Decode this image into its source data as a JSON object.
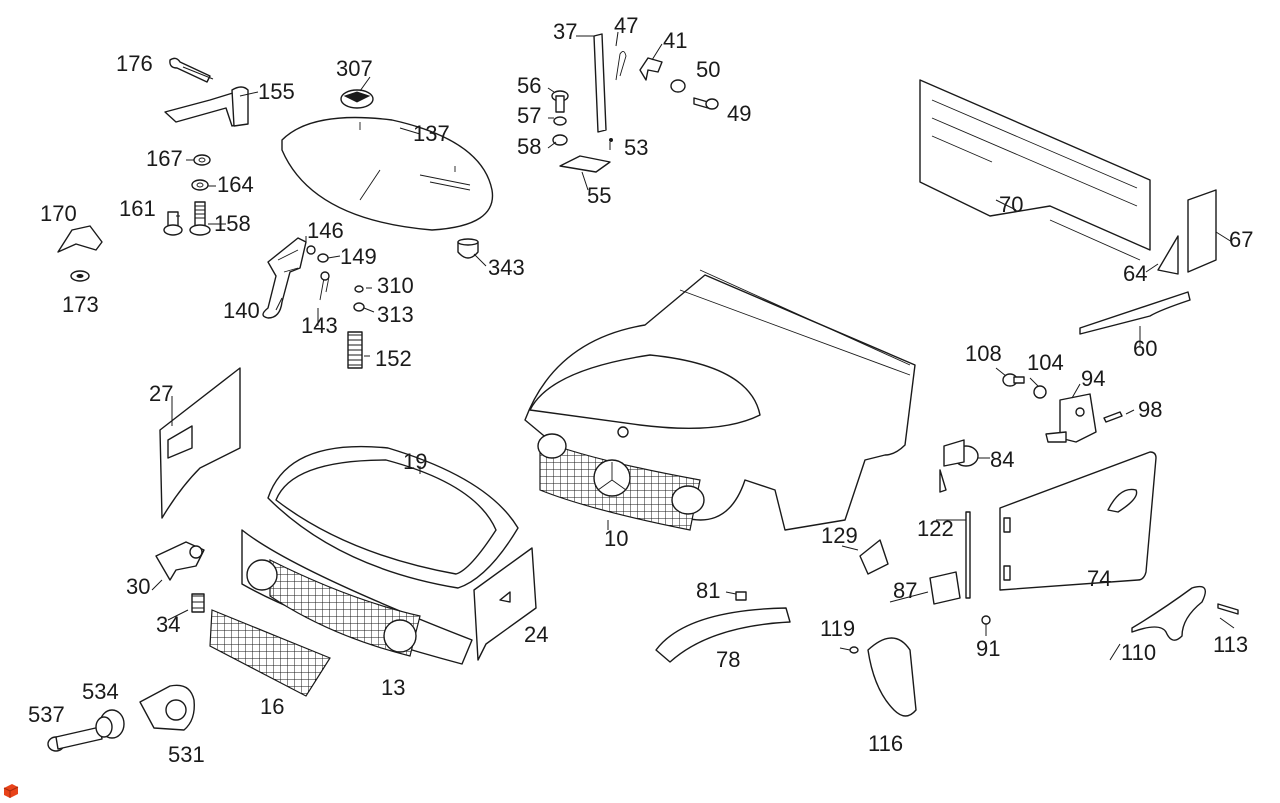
{
  "diagram": {
    "labels": {
      "l176": "176",
      "l155": "155",
      "l307": "307",
      "l137": "137",
      "l37": "37",
      "l47": "47",
      "l41": "41",
      "l50": "50",
      "l56": "56",
      "l49": "49",
      "l57": "57",
      "l58": "58",
      "l53": "53",
      "l55": "55",
      "l167": "167",
      "l164": "164",
      "l161": "161",
      "l158": "158",
      "l170": "170",
      "l173": "173",
      "l146": "146",
      "l149": "149",
      "l343": "343",
      "l310": "310",
      "l313": "313",
      "l140": "140",
      "l143": "143",
      "l152": "152",
      "l70": "70",
      "l67": "67",
      "l64": "64",
      "l60": "60",
      "l108": "108",
      "l104": "104",
      "l94": "94",
      "l98": "98",
      "l84": "84",
      "l27": "27",
      "l19": "19",
      "l10": "10",
      "l129": "129",
      "l122": "122",
      "l30": "30",
      "l34": "34",
      "l81": "81",
      "l87": "87",
      "l74": "74",
      "l24": "24",
      "l78": "78",
      "l119": "119",
      "l91": "91",
      "l110": "110",
      "l113": "113",
      "l13": "13",
      "l16": "16",
      "l534": "534",
      "l537": "537",
      "l531": "531",
      "l116": "116"
    },
    "colors": {
      "ink": "#1a1a1a",
      "paper": "#ffffff",
      "badge": "#e8431a"
    }
  }
}
